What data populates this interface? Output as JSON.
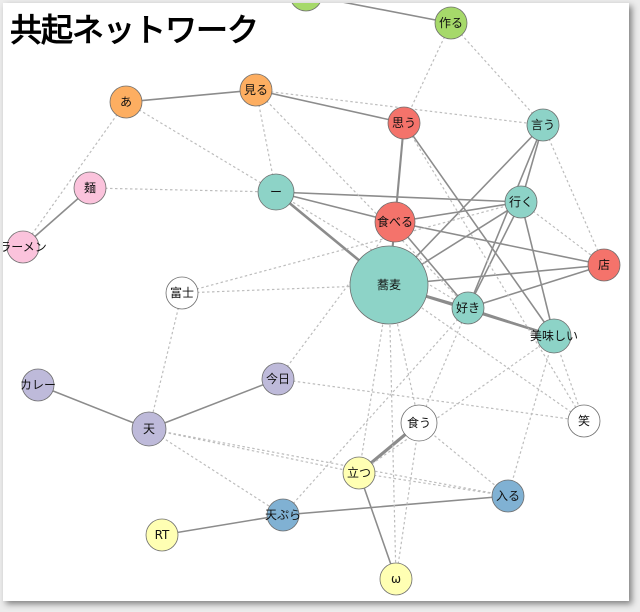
{
  "title": "共起ネットワーク",
  "colors": {
    "green": "#a6d96a",
    "orange": "#fdae61",
    "red": "#f4736b",
    "teal": "#8dd3c7",
    "pink": "#fbc3dc",
    "white": "#ffffff",
    "lavender": "#bebada",
    "yellow": "#ffffb3",
    "blue": "#80b1d3",
    "edge_solid": "#8c8c8c",
    "edge_dashed": "#bdbdbd"
  },
  "nodes": [
    {
      "id": "top",
      "label": "",
      "color": "green"
    },
    {
      "id": "tsukuru",
      "label": "作る",
      "color": "green"
    },
    {
      "id": "a",
      "label": "あ",
      "color": "orange"
    },
    {
      "id": "miru",
      "label": "見る",
      "color": "orange"
    },
    {
      "id": "omou",
      "label": "思う",
      "color": "red"
    },
    {
      "id": "iu",
      "label": "言う",
      "color": "teal"
    },
    {
      "id": "men",
      "label": "麺",
      "color": "pink"
    },
    {
      "id": "dash",
      "label": "ー",
      "color": "teal"
    },
    {
      "id": "iku",
      "label": "行く",
      "color": "teal"
    },
    {
      "id": "taberu",
      "label": "食べる",
      "color": "red"
    },
    {
      "id": "ramen",
      "label": "ラーメン",
      "color": "pink"
    },
    {
      "id": "mise",
      "label": "店",
      "color": "red"
    },
    {
      "id": "fuji",
      "label": "富士",
      "color": "white"
    },
    {
      "id": "soba",
      "label": "蕎麦",
      "color": "teal"
    },
    {
      "id": "suki",
      "label": "好き",
      "color": "teal"
    },
    {
      "id": "oishii",
      "label": "美味しい",
      "color": "teal"
    },
    {
      "id": "kyou",
      "label": "今日",
      "color": "lavender"
    },
    {
      "id": "curry",
      "label": "カレー",
      "color": "lavender"
    },
    {
      "id": "warau",
      "label": "笑",
      "color": "white"
    },
    {
      "id": "kuu",
      "label": "食う",
      "color": "white"
    },
    {
      "id": "ten",
      "label": "天",
      "color": "lavender"
    },
    {
      "id": "tatsu",
      "label": "立つ",
      "color": "yellow"
    },
    {
      "id": "hairu",
      "label": "入る",
      "color": "blue"
    },
    {
      "id": "tenpura",
      "label": "天ぷら",
      "color": "blue"
    },
    {
      "id": "rt",
      "label": "RT",
      "color": "yellow"
    },
    {
      "id": "omega",
      "label": "ω",
      "color": "yellow"
    }
  ],
  "edges": [
    {
      "s": "top",
      "t": "tsukuru",
      "style": "solid",
      "w": 1.5
    },
    {
      "s": "a",
      "t": "miru",
      "style": "solid",
      "w": 1.5
    },
    {
      "s": "miru",
      "t": "omou",
      "style": "solid",
      "w": 1.5
    },
    {
      "s": "omou",
      "t": "taberu",
      "style": "solid",
      "w": 2
    },
    {
      "s": "omou",
      "t": "oishii",
      "style": "solid",
      "w": 1.5
    },
    {
      "s": "iu",
      "t": "iku",
      "style": "solid",
      "w": 1.5
    },
    {
      "s": "iu",
      "t": "soba",
      "style": "solid",
      "w": 1.5
    },
    {
      "s": "iu",
      "t": "suki",
      "style": "solid",
      "w": 1.5
    },
    {
      "s": "dash",
      "t": "iku",
      "style": "solid",
      "w": 1.5
    },
    {
      "s": "dash",
      "t": "soba",
      "style": "solid",
      "w": 2.5
    },
    {
      "s": "dash",
      "t": "taberu",
      "style": "solid",
      "w": 1.5
    },
    {
      "s": "taberu",
      "t": "iku",
      "style": "solid",
      "w": 1.5
    },
    {
      "s": "taberu",
      "t": "mise",
      "style": "solid",
      "w": 1.5
    },
    {
      "s": "taberu",
      "t": "soba",
      "style": "solid",
      "w": 2
    },
    {
      "s": "taberu",
      "t": "suki",
      "style": "solid",
      "w": 1.5
    },
    {
      "s": "iku",
      "t": "soba",
      "style": "solid",
      "w": 1.5
    },
    {
      "s": "iku",
      "t": "suki",
      "style": "solid",
      "w": 1.5
    },
    {
      "s": "iku",
      "t": "oishii",
      "style": "solid",
      "w": 1.5
    },
    {
      "s": "soba",
      "t": "mise",
      "style": "solid",
      "w": 1.5
    },
    {
      "s": "soba",
      "t": "suki",
      "style": "solid",
      "w": 2
    },
    {
      "s": "soba",
      "t": "oishii",
      "style": "solid",
      "w": 2.5
    },
    {
      "s": "suki",
      "t": "mise",
      "style": "solid",
      "w": 1.5
    },
    {
      "s": "suki",
      "t": "oishii",
      "style": "solid",
      "w": 1.5
    },
    {
      "s": "men",
      "t": "ramen",
      "style": "solid",
      "w": 1.5
    },
    {
      "s": "curry",
      "t": "ten",
      "style": "solid",
      "w": 1.5
    },
    {
      "s": "ten",
      "t": "kyou",
      "style": "solid",
      "w": 1.5
    },
    {
      "s": "kuu",
      "t": "tatsu",
      "style": "solid",
      "w": 3
    },
    {
      "s": "tatsu",
      "t": "omega",
      "style": "solid",
      "w": 1.5
    },
    {
      "s": "rt",
      "t": "tenpura",
      "style": "solid",
      "w": 1.5
    },
    {
      "s": "tenpura",
      "t": "hairu",
      "style": "solid",
      "w": 1.5
    },
    {
      "s": "a",
      "t": "ramen",
      "style": "dashed",
      "w": 1
    },
    {
      "s": "a",
      "t": "dash",
      "style": "dashed",
      "w": 1
    },
    {
      "s": "men",
      "t": "dash",
      "style": "dashed",
      "w": 1
    },
    {
      "s": "miru",
      "t": "dash",
      "style": "dashed",
      "w": 1
    },
    {
      "s": "miru",
      "t": "suki",
      "style": "dashed",
      "w": 1
    },
    {
      "s": "miru",
      "t": "iu",
      "style": "dashed",
      "w": 1
    },
    {
      "s": "tsukuru",
      "t": "omou",
      "style": "dashed",
      "w": 1
    },
    {
      "s": "tsukuru",
      "t": "iu",
      "style": "dashed",
      "w": 1
    },
    {
      "s": "iku",
      "t": "mise",
      "style": "dashed",
      "w": 1
    },
    {
      "s": "iu",
      "t": "mise",
      "style": "dashed",
      "w": 1
    },
    {
      "s": "dash",
      "t": "suki",
      "style": "dashed",
      "w": 1
    },
    {
      "s": "fuji",
      "t": "iku",
      "style": "dashed",
      "w": 1
    },
    {
      "s": "fuji",
      "t": "soba",
      "style": "dashed",
      "w": 1
    },
    {
      "s": "fuji",
      "t": "ten",
      "style": "dashed",
      "w": 1
    },
    {
      "s": "kyou",
      "t": "warau",
      "style": "dashed",
      "w": 1
    },
    {
      "s": "kyou",
      "t": "taberu",
      "style": "dashed",
      "w": 1
    },
    {
      "s": "ten",
      "t": "tatsu",
      "style": "dashed",
      "w": 1
    },
    {
      "s": "ten",
      "t": "hairu",
      "style": "dashed",
      "w": 1
    },
    {
      "s": "ten",
      "t": "tenpura",
      "style": "dashed",
      "w": 1
    },
    {
      "s": "soba",
      "t": "kuu",
      "style": "dashed",
      "w": 1
    },
    {
      "s": "soba",
      "t": "tatsu",
      "style": "dashed",
      "w": 1
    },
    {
      "s": "soba",
      "t": "omega",
      "style": "dashed",
      "w": 1
    },
    {
      "s": "soba",
      "t": "warau",
      "style": "dashed",
      "w": 1
    },
    {
      "s": "suki",
      "t": "tenpura",
      "style": "dashed",
      "w": 1
    },
    {
      "s": "suki",
      "t": "kuu",
      "style": "dashed",
      "w": 1
    },
    {
      "s": "oishii",
      "t": "hairu",
      "style": "dashed",
      "w": 1
    },
    {
      "s": "oishii",
      "t": "warau",
      "style": "dashed",
      "w": 1
    },
    {
      "s": "omou",
      "t": "warau",
      "style": "dashed",
      "w": 1
    },
    {
      "s": "kuu",
      "t": "hairu",
      "style": "dashed",
      "w": 1
    },
    {
      "s": "tatsu",
      "t": "hairu",
      "style": "dashed",
      "w": 1
    },
    {
      "s": "kuu",
      "t": "omega",
      "style": "dashed",
      "w": 1
    },
    {
      "s": "oishii",
      "t": "tatsu",
      "style": "dashed",
      "w": 1
    }
  ]
}
